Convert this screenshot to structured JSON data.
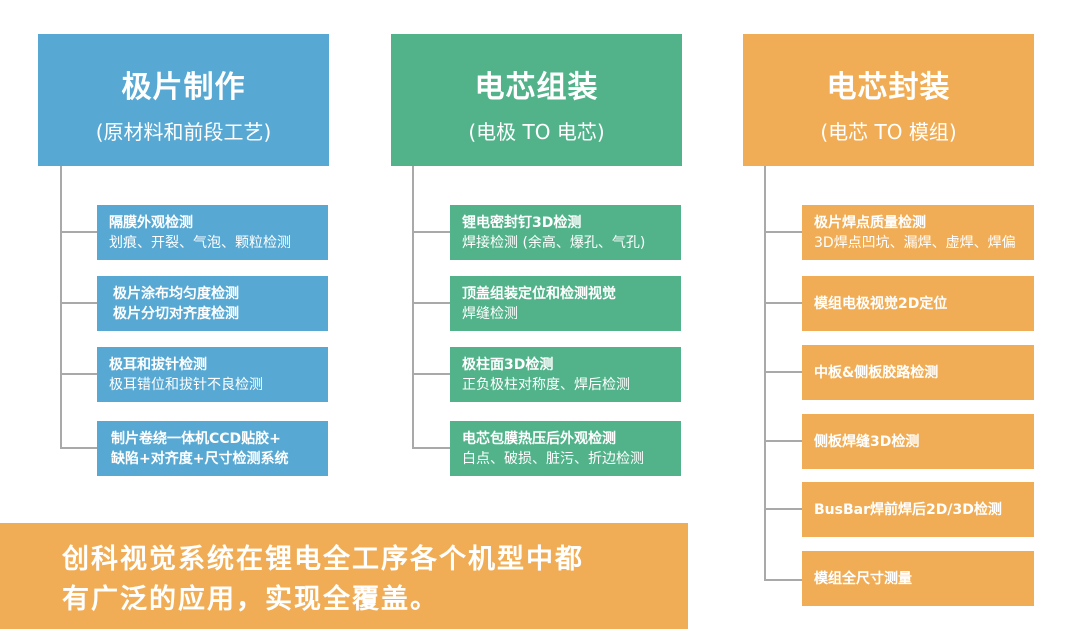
{
  "columns": [
    {
      "title": "极片制作",
      "subtitle": "(原材料和前段工艺)",
      "color": "#57a9d4",
      "items": [
        {
          "line1": "隔膜外观检测",
          "line2": "划痕、开裂、气泡、颗粒检测"
        },
        {
          "line1": "极片涂布均匀度检测",
          "line2": "极片分切对齐度检测"
        },
        {
          "line1": "极耳和拔针检测",
          "line2": "极耳错位和拔针不良检测"
        },
        {
          "line1": "制片卷绕一体机CCD贴胶+",
          "line2": "缺陷+对齐度+尺寸检测系统"
        }
      ]
    },
    {
      "title": "电芯组装",
      "subtitle": "(电极 TO 电芯)",
      "color": "#52b38a",
      "items": [
        {
          "line1": "锂电密封钉3D检测",
          "line2": "焊接检测 (余高、爆孔、气孔)"
        },
        {
          "line1": "顶盖组装定位和检测视觉",
          "line2": "焊缝检测"
        },
        {
          "line1": "极柱面3D检测",
          "line2": "正负极柱对称度、焊后检测"
        },
        {
          "line1": "电芯包膜热压后外观检测",
          "line2": "白点、破损、脏污、折边检测"
        }
      ]
    },
    {
      "title": "电芯封装",
      "subtitle": "(电芯 TO 模组)",
      "color": "#f0ad55",
      "items": [
        {
          "line1": "极片焊点质量检测",
          "line2": "3D焊点凹坑、漏焊、虚焊、焊偏"
        },
        {
          "line1": "模组电极视觉2D定位",
          "line2": ""
        },
        {
          "line1": "中板&侧板胶路检测",
          "line2": ""
        },
        {
          "line1": "侧板焊缝3D检测",
          "line2": ""
        },
        {
          "line1": "BusBar焊前焊后2D/3D检测",
          "line2": ""
        },
        {
          "line1": "模组全尺寸测量",
          "line2": ""
        }
      ]
    }
  ],
  "banner": {
    "line1": "创科视觉系统在锂电全工序各个机型中都",
    "line2": "有广泛的应用，实现全覆盖。",
    "color": "#f0ad55"
  }
}
